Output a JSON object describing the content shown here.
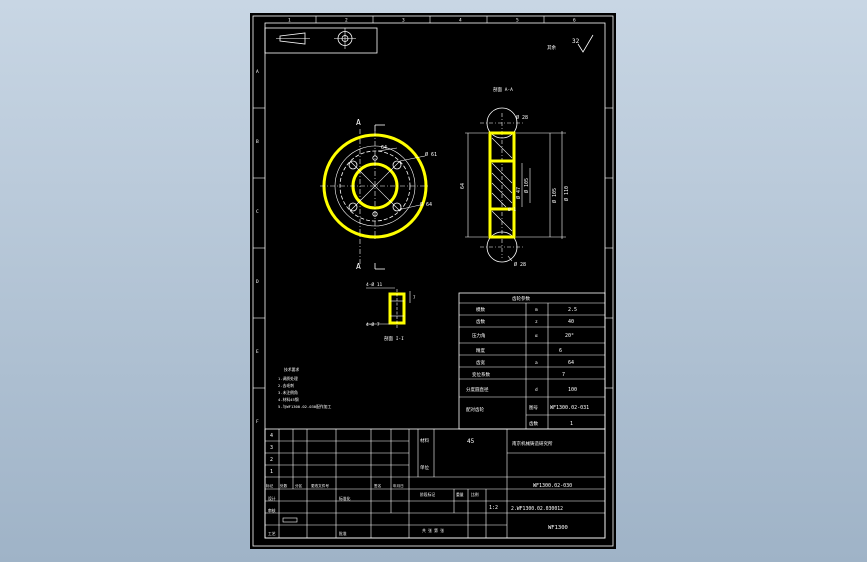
{
  "drawing": {
    "background": "#000000",
    "border_color": "#ffffff",
    "highlight_color": "#ffff00",
    "dimension_color": "#00e5ff",
    "zone_numbers_top": [
      "1",
      "2",
      "3",
      "4",
      "5",
      "6"
    ],
    "zone_letters_left": [
      "A",
      "B",
      "C",
      "D",
      "E",
      "F"
    ],
    "roughness_value": "32",
    "roughness_note": "其余",
    "section_title": "剖面 A-A",
    "section_markers": [
      "A",
      "A"
    ],
    "front_view_dims": {
      "d_holes": "64",
      "d_inner": "Ø 61",
      "d_outer": "Ø 64"
    },
    "side_view_dims": {
      "d_top": "Ø 28",
      "d_bottom": "Ø 28",
      "height": "64",
      "d1": "Ø 105",
      "d2": "Ø 110",
      "d3": "Ø 47",
      "d4": "Ø 105",
      "d5": "Ø 1"
    },
    "detail_view": {
      "top_label": "4-Ø 11",
      "bottom_label": "4-Ø 7",
      "right_label": "7",
      "caption": "剖面 I-I"
    },
    "tech_notes": [
      "技术要求",
      "1.调质处理",
      "2.去毛刺",
      "3.未注倒角",
      "4.材料45钢",
      "5.与WF1300.02-030配作加工"
    ],
    "gear_table": {
      "title": "齿轮参数",
      "rows": [
        {
          "name": "模数",
          "symbol": "m",
          "value": "2.5"
        },
        {
          "name": "齿数",
          "symbol": "z",
          "value": "40"
        },
        {
          "name": "压力角",
          "symbol": "α",
          "value": "20°"
        },
        {
          "name": "精度",
          "symbol": "",
          "value": "6"
        },
        {
          "name": "齿宽",
          "symbol": "a",
          "value": "64"
        },
        {
          "name": "变位系数",
          "symbol": "",
          "value": "7"
        },
        {
          "name": "分度圆直径",
          "symbol": "d",
          "value": "100"
        },
        {
          "name": "配对齿轮",
          "symbol": "图号",
          "value": "WF1300.02-031"
        },
        {
          "name": "",
          "symbol": "齿数",
          "value": "1"
        }
      ]
    },
    "title_block": {
      "rev_numbers": [
        "4",
        "3",
        "2",
        "1"
      ],
      "material_label": "材料",
      "material_value": "45",
      "institution": "南京机械铸造研究所",
      "unit_label": "单位",
      "headers": [
        "标记",
        "处数",
        "分区",
        "更改文件号",
        "签名",
        "年月日"
      ],
      "stage_label": "阶段标记",
      "weight_label": "重量",
      "scale_label": "比例",
      "scale_value": "1:2",
      "designer_label": "设计",
      "standard_label": "标准化",
      "checker_label": "审核",
      "craft_label": "工艺",
      "approve_label": "批准",
      "sheet_label": "共 张 第 张",
      "drawing_no": "WF1300.02-030",
      "part_name": "2.WF1300.02.030012",
      "project": "WF1300"
    }
  }
}
